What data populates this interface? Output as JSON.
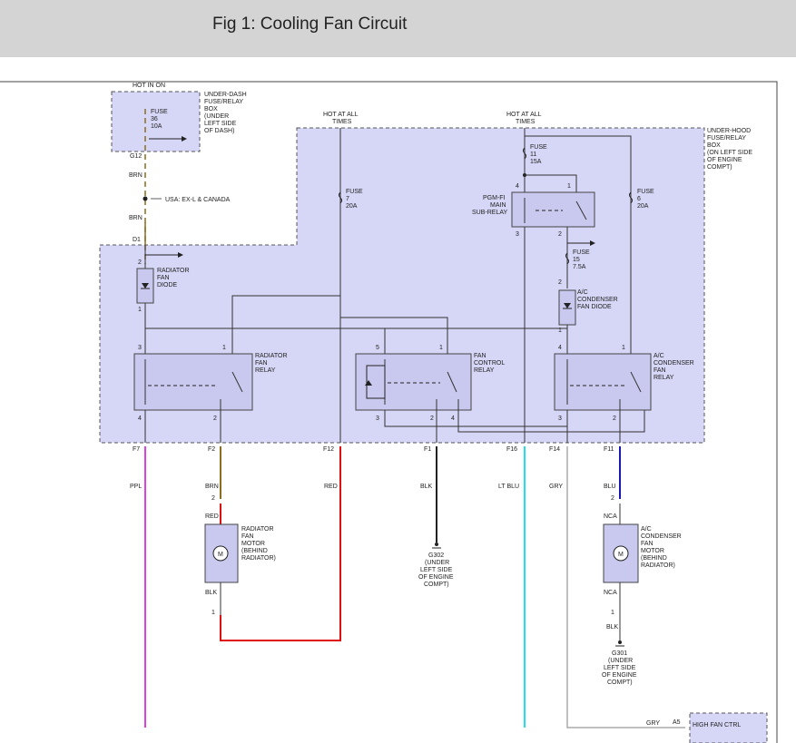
{
  "header": {
    "title": "Fig 1: Cooling Fan Circuit"
  },
  "labels": {
    "hot_in_on": "HOT IN ON",
    "hot_all_1a": "HOT AT ALL",
    "hot_all_1b": "TIMES",
    "hot_all_2a": "HOT AT ALL",
    "hot_all_2b": "TIMES",
    "underdash_1": "UNDER-DASH",
    "underdash_2": "FUSE/RELAY",
    "underdash_3": "BOX",
    "underdash_4": "(UNDER",
    "underdash_5": "LEFT SIDE",
    "underdash_6": "OF DASH)",
    "fuse36_1": "FUSE",
    "fuse36_2": "36",
    "fuse36_3": "10A",
    "g12": "G12",
    "brn_a": "BRN",
    "brn_b": "BRN",
    "usa": "USA: EX-L & CANADA",
    "d1": "D1",
    "underhood_1": "UNDER-HOOD",
    "underhood_2": "FUSE/RELAY",
    "underhood_3": "BOX",
    "underhood_4": "(ON LEFT SIDE",
    "underhood_5": "OF ENGINE",
    "underhood_6": "COMPT)",
    "fuse7_1": "FUSE",
    "fuse7_2": "7",
    "fuse7_3": "20A",
    "fuse11_1": "FUSE",
    "fuse11_2": "11",
    "fuse11_3": "15A",
    "fuse6_1": "FUSE",
    "fuse6_2": "6",
    "fuse6_3": "20A",
    "fuse15_1": "FUSE",
    "fuse15_2": "15",
    "fuse15_3": "7.5A",
    "pgm_1": "PGM-FI",
    "pgm_2": "MAIN",
    "pgm_3": "SUB-RELAY",
    "rfd_1": "RADIATOR",
    "rfd_2": "FAN",
    "rfd_3": "DIODE",
    "acd_1": "A/C",
    "acd_2": "CONDENSER",
    "acd_3": "FAN DIODE",
    "rfr_1": "RADIATOR",
    "rfr_2": "FAN",
    "rfr_3": "RELAY",
    "fcr_1": "FAN",
    "fcr_2": "CONTROL",
    "fcr_3": "RELAY",
    "acr_1": "A/C",
    "acr_2": "CONDENSER",
    "acr_3": "FAN",
    "acr_4": "RELAY",
    "f7": "F7",
    "f2": "F2",
    "f12": "F12",
    "f1": "F1",
    "f16": "F16",
    "f14": "F14",
    "f11": "F11",
    "w_ppl": "PPL",
    "w_brn": "BRN",
    "w_red": "RED",
    "w_blk": "BLK",
    "w_ltblu": "LT BLU",
    "w_gry": "GRY",
    "w_blu": "BLU",
    "rm_red": "RED",
    "rm_blk": "BLK",
    "rm_1": "RADIATOR",
    "rm_2": "FAN",
    "rm_3": "MOTOR",
    "rm_4": "(BEHIND",
    "rm_5": "RADIATOR)",
    "acm_nca1": "NCA",
    "acm_nca2": "NCA",
    "acm_1": "A/C",
    "acm_2": "CONDENSER",
    "acm_3": "FAN",
    "acm_4": "MOTOR",
    "acm_5": "(BEHIND",
    "acm_6": "RADIATOR)",
    "g302_1": "G302",
    "g302_2": "(UNDER",
    "g302_3": "LEFT SIDE",
    "g302_4": "OF ENGINE",
    "g302_5": "COMPT)",
    "g301_1": "G301",
    "g301_2": "(UNDER",
    "g301_3": "LEFT SIDE",
    "g301_4": "OF ENGINE",
    "g301_5": "COMPT)",
    "blk_bottom": "BLK",
    "gry_bottom": "GRY",
    "a5": "A5",
    "high_fan": "HIGH FAN CTRL",
    "motor_m1": "M",
    "motor_m2": "M"
  },
  "pins": {
    "p2_diode": "2",
    "p1_diode": "1",
    "rfr_3": "3",
    "rfr_1": "1",
    "rfr_4": "4",
    "rfr_2": "2",
    "fcr_5": "5",
    "fcr_1": "1",
    "fcr_3": "3",
    "fcr_2": "2",
    "fcr_4": "4",
    "acr_4": "4",
    "acr_1": "1",
    "acr_3": "3",
    "acr_2": "2",
    "pgm_4": "4",
    "pgm_1": "1",
    "pgm_3": "3",
    "pgm_2": "2",
    "acd_2": "2",
    "acd_1": "1",
    "rm_2": "2",
    "rm_1": "1",
    "acm_2": "2",
    "acm_1": "1"
  },
  "colors": {
    "header_bg": "#d4d4d4",
    "box_fill": "#d6d6f6",
    "ppl": "#e040e0",
    "brn": "#8a6d1e",
    "red": "#e01010",
    "blk": "#222222",
    "ltblu": "#20e0e8",
    "gry": "#aaaaaa",
    "blu": "#1818b0"
  }
}
